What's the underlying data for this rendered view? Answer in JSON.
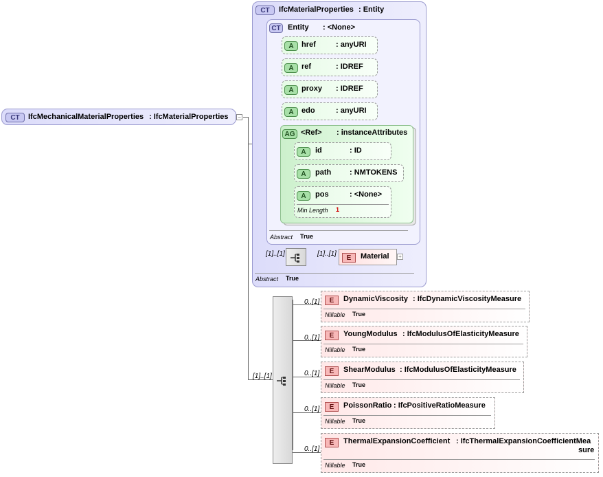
{
  "root": {
    "badge": "CT",
    "name": "IfcMechanicalMaterialProperties",
    "type": ": IfcMaterialProperties"
  },
  "base": {
    "badge": "CT",
    "name": "IfcMaterialProperties",
    "type": ": Entity",
    "abstract_label": "Abstract",
    "abstract_value": "True",
    "entity": {
      "badge": "CT",
      "name": "Entity",
      "type": ": <None>",
      "abstract_label": "Abstract",
      "abstract_value": "True",
      "attributes": [
        {
          "badge": "A",
          "name": "href",
          "type": ": anyURI"
        },
        {
          "badge": "A",
          "name": "ref",
          "type": ": IDREF"
        },
        {
          "badge": "A",
          "name": "proxy",
          "type": ": IDREF"
        },
        {
          "badge": "A",
          "name": "edo",
          "type": ": anyURI"
        }
      ],
      "group": {
        "badge": "AG",
        "name": "<Ref>",
        "type": ": instanceAttributes",
        "attributes": [
          {
            "badge": "A",
            "name": "id",
            "type": ": ID"
          },
          {
            "badge": "A",
            "name": "path",
            "type": ": NMTOKENS"
          },
          {
            "badge": "A",
            "name": "pos",
            "type": ": <None>",
            "facet_label": "Min Length",
            "facet_value": "1"
          }
        ]
      }
    },
    "sequence": {
      "mult_in": "[1]..[1]",
      "mult_out": "[1]..[1]"
    },
    "material": {
      "badge": "E",
      "name": "Material",
      "expand": "+"
    }
  },
  "sequence2": {
    "mult_in": "[1]..[1]",
    "elements": [
      {
        "mult": "0..[1]",
        "badge": "E",
        "name": "DynamicViscosity",
        "type": ": IfcDynamicViscosityMeasure",
        "prop_label": "Nillable",
        "prop_value": "True"
      },
      {
        "mult": "0..[1]",
        "badge": "E",
        "name": "YoungModulus",
        "type": ": IfcModulusOfElasticityMeasure",
        "prop_label": "Nillable",
        "prop_value": "True"
      },
      {
        "mult": "0..[1]",
        "badge": "E",
        "name": "ShearModulus",
        "type": ": IfcModulusOfElasticityMeasure",
        "prop_label": "Nillable",
        "prop_value": "True"
      },
      {
        "mult": "0..[1]",
        "badge": "E",
        "name": "PoissonRatio",
        "type": ": IfcPositiveRatioMeasure",
        "prop_label": "Nillable",
        "prop_value": "True"
      },
      {
        "mult": "0..[1]",
        "badge": "E",
        "name": "ThermalExpansionCoefficient",
        "type": ": IfcThermalExpansionCoefficientMea",
        "type2": "sure",
        "prop_label": "Nillable",
        "prop_value": "True"
      }
    ]
  },
  "icons": {
    "connector": "plus-box-icon",
    "sequence": "sequence-icon"
  }
}
